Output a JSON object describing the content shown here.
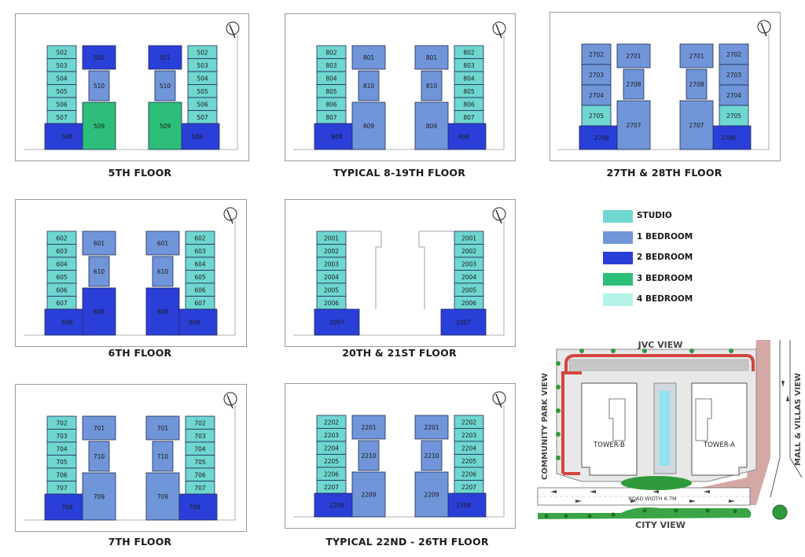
{
  "colors": {
    "studio": "#6fd6d0",
    "one_bedroom": "#7095d8",
    "two_bedroom": "#2a3fd8",
    "three_bedroom": "#2dbf7a",
    "four_bedroom": "#b3f3e8",
    "outline": "#1e2a55"
  },
  "legend": [
    {
      "label": "STUDIO",
      "type": "studio"
    },
    {
      "label": "1 BEDROOM",
      "type": "one_bedroom"
    },
    {
      "label": "2 BEDROOM",
      "type": "two_bedroom"
    },
    {
      "label": "3 BEDROOM",
      "type": "three_bedroom"
    },
    {
      "label": "4 BEDROOM",
      "type": "four_bedroom"
    }
  ],
  "floors": [
    {
      "title": "5TH FLOOR",
      "left_stack": [
        "502",
        "503",
        "504",
        "505",
        "506",
        "507"
      ],
      "left_corner": "508",
      "left_upper": "501",
      "left_mid": "510",
      "left_lower": "509",
      "left_upper_type": "two_bedroom",
      "left_lower_type": "three_bedroom",
      "right_stack": [
        "502",
        "503",
        "504",
        "505",
        "506",
        "507"
      ],
      "right_corner": "508",
      "right_upper": "501",
      "right_mid": "510",
      "right_lower": "509",
      "right_upper_type": "two_bedroom",
      "right_lower_type": "three_bedroom"
    },
    {
      "title": "TYPICAL 8-19TH FLOOR",
      "left_stack": [
        "802",
        "803",
        "804",
        "805",
        "806",
        "807"
      ],
      "left_corner": "808",
      "left_upper": "801",
      "left_mid": "810",
      "left_lower": "809",
      "left_upper_type": "one_bedroom",
      "left_lower_type": "one_bedroom",
      "right_stack": [
        "802",
        "803",
        "804",
        "805",
        "806",
        "807"
      ],
      "right_corner": "808",
      "right_upper": "801",
      "right_mid": "810",
      "right_lower": "809",
      "right_upper_type": "one_bedroom",
      "right_lower_type": "one_bedroom"
    },
    {
      "title": "27TH & 28TH FLOOR",
      "left_stack": [
        "2702",
        "2703",
        "2704",
        "2705"
      ],
      "left_corner": "2706",
      "left_upper": "2701",
      "left_mid": "2708",
      "left_lower": "2707",
      "left_upper_type": "one_bedroom",
      "left_lower_type": "one_bedroom",
      "right_stack": [
        "2702",
        "2703",
        "2704",
        "2705"
      ],
      "right_corner": "2706",
      "right_upper": "2701",
      "right_mid": "2708",
      "right_lower": "2707",
      "right_upper_type": "one_bedroom",
      "right_lower_type": "one_bedroom"
    },
    {
      "title": "6TH FLOOR",
      "left_stack": [
        "602",
        "603",
        "604",
        "605",
        "606",
        "607"
      ],
      "left_corner": "608",
      "left_upper": "601",
      "left_mid": "610",
      "left_lower": "609",
      "left_upper_type": "one_bedroom",
      "left_lower_type": "two_bedroom",
      "right_stack": [
        "602",
        "603",
        "604",
        "605",
        "606",
        "607"
      ],
      "right_corner": "608",
      "right_upper": "601",
      "right_mid": "610",
      "right_lower": "609",
      "right_upper_type": "one_bedroom",
      "right_lower_type": "two_bedroom"
    },
    {
      "title": "20TH & 21ST FLOOR",
      "left_stack": [
        "2001",
        "2002",
        "2003",
        "2004",
        "2005",
        "2006"
      ],
      "left_corner": "2007",
      "right_stack": [
        "2001",
        "2002",
        "2003",
        "2004",
        "2005",
        "2006"
      ],
      "right_corner": "2007"
    },
    {
      "title": "7TH FLOOR",
      "left_stack": [
        "702",
        "703",
        "704",
        "705",
        "706",
        "707"
      ],
      "left_corner": "708",
      "left_upper": "701",
      "left_mid": "710",
      "left_lower": "709",
      "left_upper_type": "one_bedroom",
      "left_lower_type": "one_bedroom",
      "right_stack": [
        "702",
        "703",
        "704",
        "705",
        "706",
        "707"
      ],
      "right_corner": "708",
      "right_upper": "701",
      "right_mid": "710",
      "right_lower": "709",
      "right_upper_type": "one_bedroom",
      "right_lower_type": "one_bedroom"
    },
    {
      "title": "TYPICAL 22ND - 26TH FLOOR",
      "left_stack": [
        "2202",
        "2203",
        "2204",
        "2205",
        "2206",
        "2207"
      ],
      "left_corner": "2208",
      "left_upper": "2201",
      "left_mid": "2210",
      "left_lower": "2209",
      "left_upper_type": "one_bedroom",
      "left_lower_type": "one_bedroom",
      "right_stack": [
        "2202",
        "2203",
        "2204",
        "2205",
        "2206",
        "2207"
      ],
      "right_corner": "2208",
      "right_upper": "2201",
      "right_mid": "2210",
      "right_lower": "2209",
      "right_upper_type": "one_bedroom",
      "right_lower_type": "one_bedroom"
    }
  ],
  "site": {
    "jvc_view": "JVC VIEW",
    "community_park_view": "COMMUNITY PARK VIEW",
    "mall_villas_view": "MALL & VILLAS VIEW",
    "city_view": "CITY VIEW",
    "tower_b": "TOWER-B",
    "tower_a": "TOWER-A",
    "road_width": "ROAD WIDTH 6.7M"
  }
}
